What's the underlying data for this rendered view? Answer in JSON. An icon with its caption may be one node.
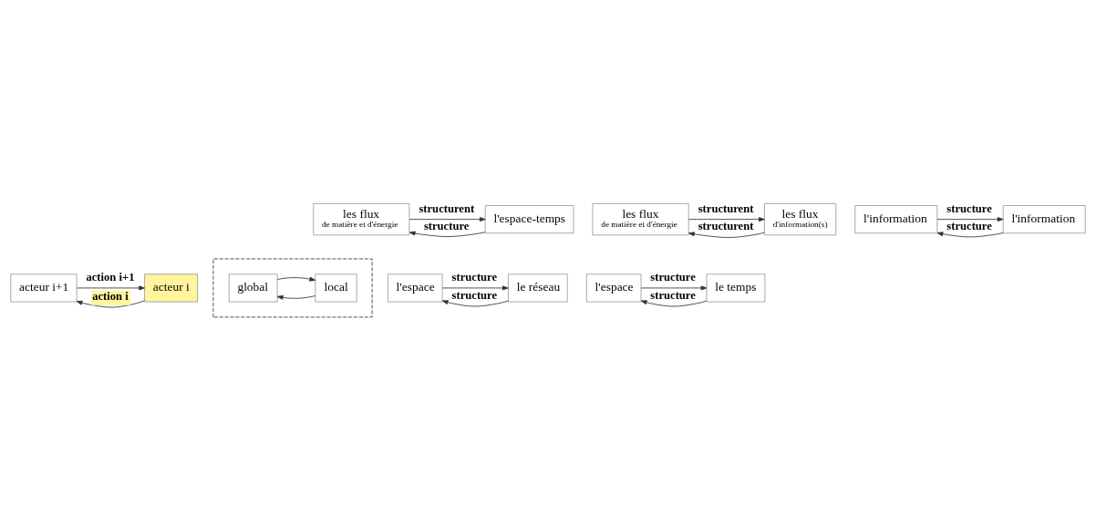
{
  "diagram": {
    "nodes": [
      {
        "text": [
          "les flux",
          "de matière et d'énergie"
        ]
      },
      {
        "text": [
          "l'espace-temps"
        ]
      },
      {
        "text": [
          "les flux",
          "de matière et d'énergie"
        ]
      },
      {
        "text": [
          "les flux",
          "d'information(s)"
        ]
      },
      {
        "text": [
          "l'information"
        ]
      },
      {
        "text": [
          "l'information"
        ]
      },
      {
        "text": [
          "acteur i+1"
        ]
      },
      {
        "text": [
          "acteur i"
        ]
      },
      {
        "text": [],
        "shape": "box"
      },
      {
        "text": [
          "local"
        ],
        "in": 8
      },
      {
        "text": [
          "global"
        ],
        "in": 8
      },
      {
        "text": [
          "l'espace"
        ]
      },
      {
        "text": [
          "le réseau"
        ]
      },
      {
        "text": [
          "l'espace"
        ]
      },
      {
        "text": [
          "le temps"
        ]
      }
    ],
    "edges": [
      {
        "from": 0,
        "to": 1,
        "arrow": "to",
        "label": "structurent"
      },
      {
        "from": 1,
        "to": 0,
        "arrow": "to",
        "label": "structure"
      },
      {
        "from": 2,
        "to": 3,
        "arrow": "to",
        "label": "structurent"
      },
      {
        "from": 3,
        "to": 2,
        "arrow": "to",
        "label": "structurent"
      },
      {
        "from": 4,
        "to": 5,
        "arrow": "to",
        "label": "structure"
      },
      {
        "from": 5,
        "to": 4,
        "arrow": "to",
        "label": "structure"
      },
      {
        "from": 6,
        "to": 7,
        "arrow": "to",
        "label": "action i+1"
      },
      {
        "from": 7,
        "to": 6,
        "arrow": "to",
        "label": "action i"
      },
      {
        "from": 9,
        "to": 10,
        "arrow": "to"
      },
      {
        "from": 10,
        "to": 9,
        "arrow": "to"
      },
      {
        "from": 11,
        "to": 12,
        "arrow": "to",
        "label": "structure"
      },
      {
        "from": 12,
        "to": 11,
        "arrow": "to",
        "label": "structure"
      },
      {
        "from": 13,
        "to": 14,
        "arrow": "to",
        "label": "structure"
      },
      {
        "from": 14,
        "to": 13,
        "arrow": "to",
        "label": "structure"
      }
    ]
  }
}
